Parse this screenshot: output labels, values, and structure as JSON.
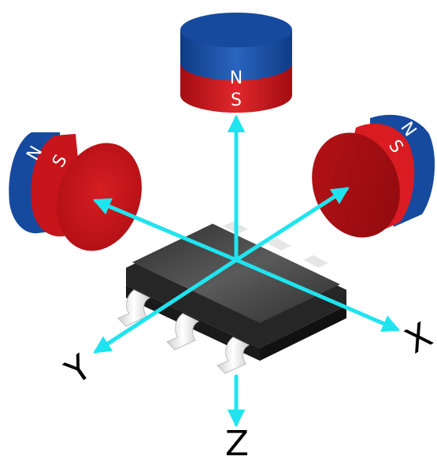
{
  "colors": {
    "axis": "#1fe4ef",
    "north_pole": "#164a9e",
    "south_pole": "#c8141b",
    "chip_body": "#3a3a3a",
    "chip_leads": "#e4e4e4"
  },
  "magnets": {
    "top": {
      "north_label": "N",
      "south_label": "S"
    },
    "left": {
      "north_label": "N",
      "south_label": "S"
    },
    "right": {
      "north_label": "N",
      "south_label": "S"
    }
  },
  "axes": {
    "x_label": "X",
    "y_label": "Y",
    "z_label": "Z"
  }
}
